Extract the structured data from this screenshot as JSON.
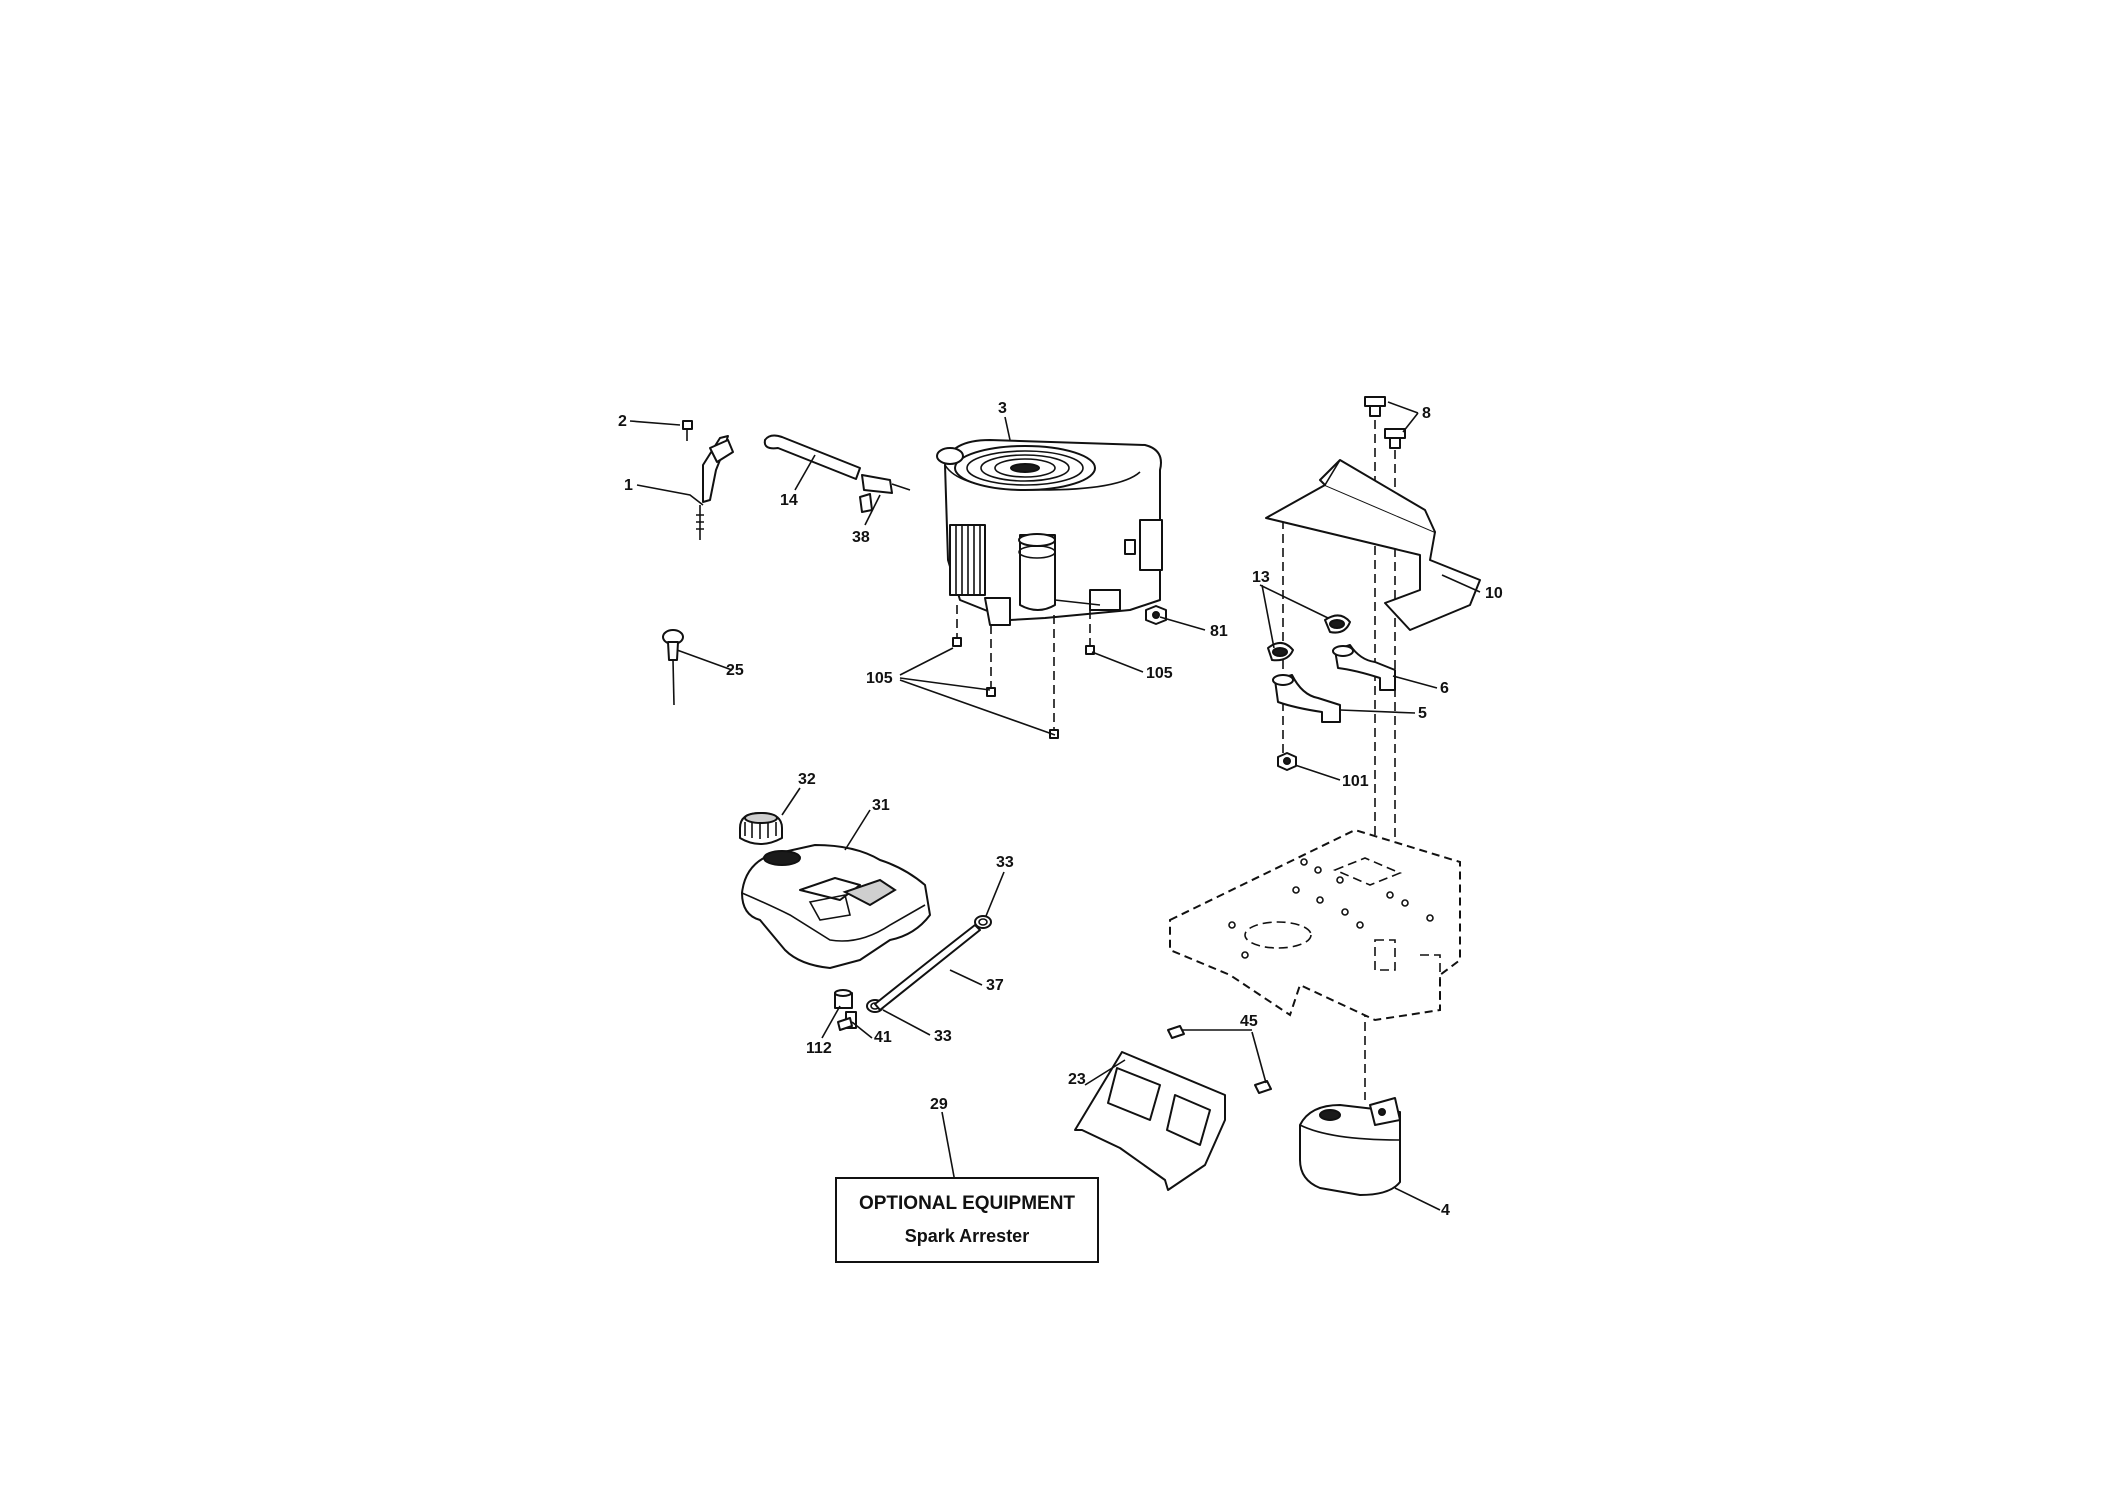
{
  "diagram": {
    "callouts": {
      "c1": "1",
      "c2": "2",
      "c3": "3",
      "c4": "4",
      "c5": "5",
      "c6": "6",
      "c8": "8",
      "c10": "10",
      "c13": "13",
      "c14": "14",
      "c23": "23",
      "c25": "25",
      "c29": "29",
      "c31": "31",
      "c32": "32",
      "c33a": "33",
      "c33b": "33",
      "c37": "37",
      "c38": "38",
      "c41": "41",
      "c45": "45",
      "c81": "81",
      "c101": "101",
      "c105a": "105",
      "c105b": "105",
      "c112": "112"
    },
    "optional_box": {
      "title": "OPTIONAL EQUIPMENT",
      "subtitle": "Spark Arrester"
    }
  }
}
